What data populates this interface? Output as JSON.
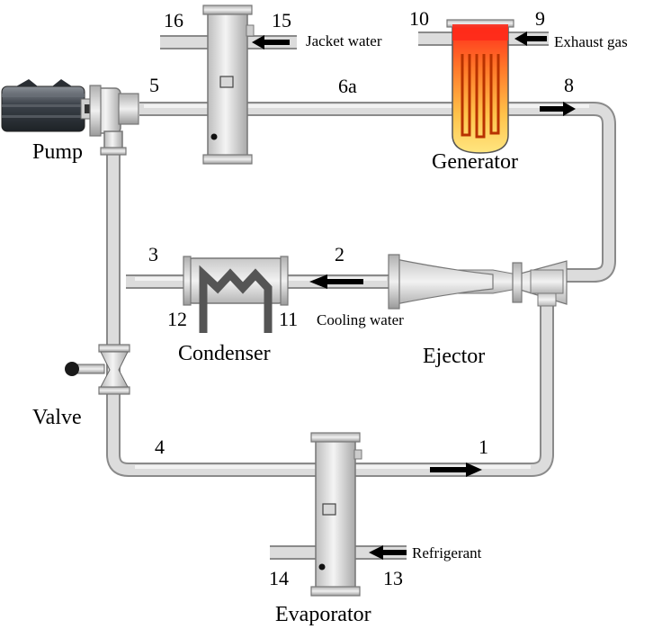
{
  "components": {
    "pump": "Pump",
    "generator": "Generator",
    "condenser": "Condenser",
    "ejector": "Ejector",
    "valve": "Valve",
    "evaporator": "Evaporator"
  },
  "streams": {
    "jacket_water": "Jacket water",
    "exhaust_gas": "Exhaust gas",
    "cooling_water": "Cooling water",
    "refrigerant": "Refrigerant"
  },
  "state_points": {
    "p1": "1",
    "p2": "2",
    "p3": "3",
    "p4": "4",
    "p5": "5",
    "p6a": "6a",
    "p8": "8",
    "p9": "9",
    "p10": "10",
    "p11": "11",
    "p12": "12",
    "p13": "13",
    "p14": "14",
    "p15": "15",
    "p16": "16"
  },
  "colors": {
    "pipe": "#dcdcdc",
    "generator_fill_top": "#ff2a1a",
    "generator_fill_bottom": "#ffe680",
    "condenser_coil": "#555555"
  }
}
